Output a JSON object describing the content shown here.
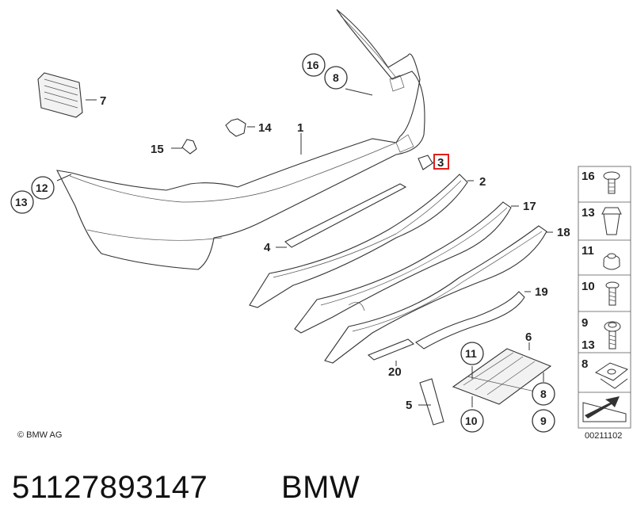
{
  "callouts": {
    "c1": "1",
    "c2": "2",
    "c3": "3",
    "c4": "4",
    "c5": "5",
    "c6": "6",
    "c7": "7",
    "c8_top": "8",
    "c8_bottom": "8",
    "c9_bottom": "9",
    "c10_bottom": "10",
    "c11_bottom": "11",
    "c12": "12",
    "c13": "13",
    "c14": "14",
    "c15": "15",
    "c16_top": "16",
    "c17": "17",
    "c18": "18",
    "c19": "19",
    "c20": "20"
  },
  "highlighted_callout": "3",
  "side_panel": {
    "items": [
      {
        "label": "16",
        "icon": "push-rivet-icon"
      },
      {
        "label": "13",
        "icon": "expanding-nut-icon"
      },
      {
        "label": "11",
        "icon": "hex-nut-icon"
      },
      {
        "label": "10",
        "icon": "screw-icon"
      },
      {
        "label": "9",
        "label2": "13",
        "icon": "washer-screw-icon"
      },
      {
        "label": "8",
        "icon": "clip-nut-icon"
      },
      {
        "label": "",
        "icon": "arrow-icon"
      }
    ],
    "diagram_code": "00211102"
  },
  "copyright": "© BMW AG",
  "part_number": "51127893147",
  "brand": "BMW",
  "colors": {
    "highlight": "#e0201c",
    "line": "#333333",
    "panel_bg": "#f4f4f4"
  }
}
